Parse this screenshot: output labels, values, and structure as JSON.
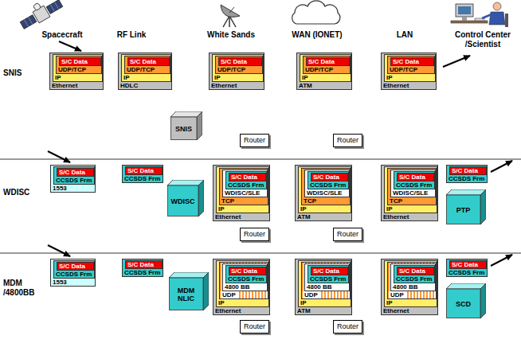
{
  "diagram": {
    "nodes": [
      {
        "text": [
          "Ethernet"
        ]
      },
      {
        "text": [
          "IP"
        ],
        "in": 0
      },
      {
        "text": [
          "UDP/TCP"
        ],
        "in": 1
      },
      {
        "text": [
          "S/C Data"
        ],
        "in": 2
      },
      {
        "text": [
          "HDLC"
        ]
      },
      {
        "text": [
          "IP"
        ],
        "in": 4
      },
      {
        "text": [
          "UDP/TCP"
        ],
        "in": 5
      },
      {
        "text": [
          "S/C Data"
        ],
        "in": 6
      },
      {
        "text": [
          "SNIS"
        ]
      },
      {
        "text": [
          "Ethernet"
        ]
      },
      {
        "text": [
          "IP"
        ],
        "in": 9
      },
      {
        "text": [
          "UDP/TCP"
        ],
        "in": 10
      },
      {
        "text": [
          "S/C Data"
        ],
        "in": 11
      },
      {
        "text": [
          "ATM"
        ]
      },
      {
        "text": [
          "IP"
        ],
        "in": 13
      },
      {
        "text": [
          "UDP/TCP"
        ],
        "in": 14
      },
      {
        "text": [
          "S/C Data"
        ],
        "in": 15
      },
      {
        "text": [
          "Ethernet"
        ]
      },
      {
        "text": [
          "IP"
        ],
        "in": 17
      },
      {
        "text": [
          "UDP/TCP"
        ],
        "in": 18
      },
      {
        "text": [
          "S/C Data"
        ],
        "in": 19
      },
      {
        "text": [
          "Router"
        ]
      },
      {
        "text": [
          "Router"
        ]
      },
      {
        "text": [
          "1553"
        ]
      },
      {
        "text": [
          "CCSDS Frm"
        ],
        "in": 23
      },
      {
        "text": [
          "S/C Data"
        ],
        "in": 24
      },
      {
        "text": [
          "CCSDS Frm"
        ]
      },
      {
        "text": [
          "S/C Data"
        ],
        "in": 26
      },
      {
        "text": [
          "WDISC"
        ]
      },
      {
        "text": [
          "Ethernet"
        ]
      },
      {
        "text": [
          "IP"
        ],
        "in": 29
      },
      {
        "text": [
          "TCP"
        ],
        "in": 30
      },
      {
        "text": [
          "WDISC/SLE"
        ],
        "in": 31
      },
      {
        "text": [
          "CCSDS Frm"
        ],
        "in": 32
      },
      {
        "text": [
          "S/C Data"
        ],
        "in": 33
      },
      {
        "text": [
          "ATM"
        ]
      },
      {
        "text": [
          "IP"
        ],
        "in": 35
      },
      {
        "text": [
          "TCP"
        ],
        "in": 36
      },
      {
        "text": [
          "WDISC/SLE"
        ],
        "in": 37
      },
      {
        "text": [
          "CCSDS Frm"
        ],
        "in": 38
      },
      {
        "text": [
          "S/C Data"
        ],
        "in": 39
      },
      {
        "text": [
          "Ethernet"
        ]
      },
      {
        "text": [
          "IP"
        ],
        "in": 41
      },
      {
        "text": [
          "TCP"
        ],
        "in": 42
      },
      {
        "text": [
          "WDISC/SLE"
        ],
        "in": 43
      },
      {
        "text": [
          "CCSDS Frm"
        ],
        "in": 44
      },
      {
        "text": [
          "S/C Data"
        ],
        "in": 45
      },
      {
        "text": [
          "CCSDS Frm"
        ]
      },
      {
        "text": [
          "S/C Data"
        ],
        "in": 47
      },
      {
        "text": [
          "PTP"
        ]
      },
      {
        "text": [
          "Router"
        ]
      },
      {
        "text": [
          "Router"
        ]
      },
      {
        "text": [
          "1553"
        ]
      },
      {
        "text": [
          "CCSDS Frm"
        ],
        "in": 52
      },
      {
        "text": [
          "S/C Data"
        ],
        "in": 53
      },
      {
        "text": [
          "CCSDS Frm"
        ]
      },
      {
        "text": [
          "S/C Data"
        ],
        "in": 55
      },
      {
        "text": [
          "MDM NLIC"
        ]
      },
      {
        "text": [
          "Ethernet"
        ]
      },
      {
        "text": [
          "IP"
        ],
        "in": 58
      },
      {
        "text": [
          "UDP"
        ],
        "in": 59
      },
      {
        "text": [
          "4800 BB"
        ],
        "in": 60
      },
      {
        "text": [
          "CCSDS Frm"
        ],
        "in": 61
      },
      {
        "text": [
          "S/C Data"
        ],
        "in": 62
      },
      {
        "text": [
          "ATM"
        ]
      },
      {
        "text": [
          "IP"
        ],
        "in": 64
      },
      {
        "text": [
          "UDP"
        ],
        "in": 65
      },
      {
        "text": [
          "4800 BB"
        ],
        "in": 66
      },
      {
        "text": [
          "CCSDS Frm"
        ],
        "in": 67
      },
      {
        "text": [
          "S/C Data"
        ],
        "in": 68
      },
      {
        "text": [
          "Ethernet"
        ]
      },
      {
        "text": [
          "IP"
        ],
        "in": 70
      },
      {
        "text": [
          "UDP"
        ],
        "in": 71
      },
      {
        "text": [
          "4800 BB"
        ],
        "in": 72
      },
      {
        "text": [
          "CCSDS Frm"
        ],
        "in": 73
      },
      {
        "text": [
          "S/C Data"
        ],
        "in": 74
      },
      {
        "text": [
          "CCSDS Frm"
        ]
      },
      {
        "text": [
          "S/C Data"
        ],
        "in": 76
      },
      {
        "text": [
          "SCD"
        ]
      },
      {
        "text": [
          "Router"
        ]
      },
      {
        "text": [
          "Router"
        ]
      }
    ],
    "labels": [
      "Spacecraft",
      "RF Link",
      "White Sands",
      "WAN (IONET)",
      "LAN",
      "Control Center /Scientist",
      "SNIS",
      "WDISC",
      "MDM /4800BB"
    ]
  }
}
